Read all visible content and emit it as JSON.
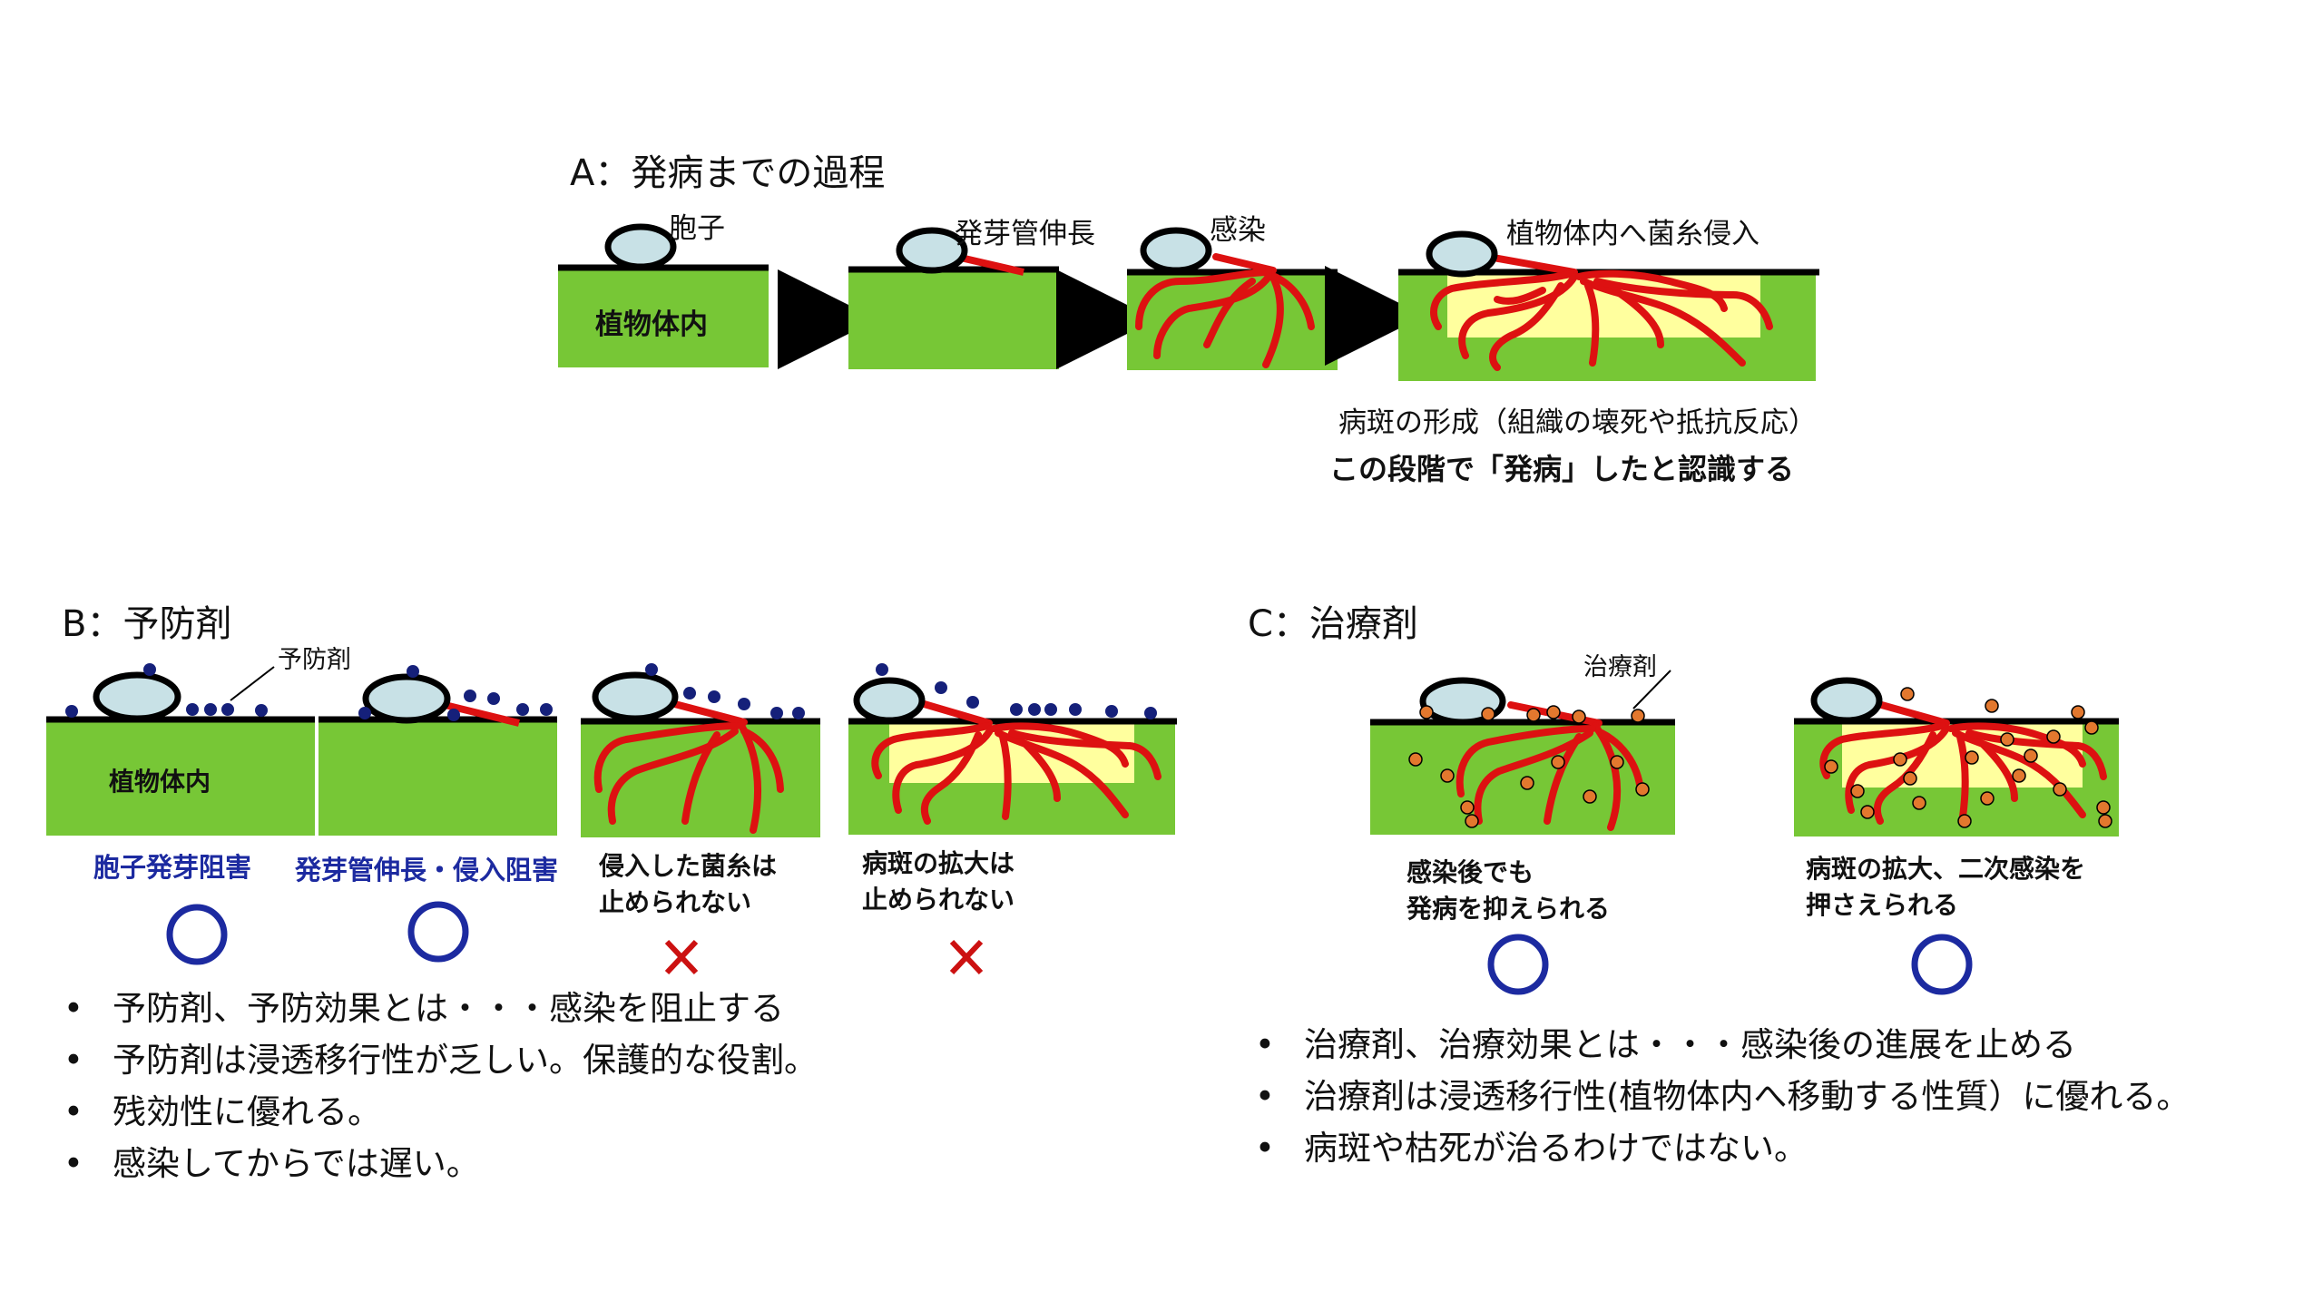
{
  "sectionA": {
    "heading": "A：発病までの過程",
    "labels": {
      "spore": "胞子",
      "germ_tube": "発芽管伸長",
      "infection": "感染",
      "hyphae_invasion": "植物体内へ菌糸侵入",
      "plant_inside": "植物体内"
    },
    "lesion_note": "病斑の形成（組織の壊死や抵抗反応）",
    "recognition_note": "この段階で「発病」したと認識する"
  },
  "sectionB": {
    "heading": "B：予防剤",
    "agent_label": "予防剤",
    "plant_inside": "植物体内",
    "stages": [
      {
        "caption": "胞子発芽阻害",
        "result": "○",
        "result_color": "#1c2aa0"
      },
      {
        "caption": "発芽管伸長・侵入阻害",
        "result": "○",
        "result_color": "#1c2aa0"
      },
      {
        "caption": "侵入した菌糸は\n止められない",
        "result": "×",
        "result_color": "#cc1111"
      },
      {
        "caption": "病斑の拡大は\n止められない",
        "result": "×",
        "result_color": "#cc1111"
      }
    ],
    "bullets": [
      "予防剤、予防効果とは・・・感染を阻止する",
      "予防剤は浸透移行性が乏しい。保護的な役割。",
      "残効性に優れる。",
      "感染してからでは遅い。"
    ]
  },
  "sectionC": {
    "heading": "C：治療剤",
    "agent_label": "治療剤",
    "stages": [
      {
        "caption": "感染後でも\n発病を抑えられる",
        "result": "○",
        "result_color": "#1c2aa0"
      },
      {
        "caption": "病斑の拡大、二次感染を\n押さえられる",
        "result": "○",
        "result_color": "#1c2aa0"
      }
    ],
    "bullets": [
      "治療剤、治療効果とは・・・感染後の進展を止める",
      "治療剤は浸透移行性(植物体内へ移動する性質）に優れる。",
      "病斑や枯死が治るわけではない。"
    ]
  },
  "colors": {
    "plant_green": "#77c736",
    "hyphae_red": "#dd1111",
    "lesion_yellow": "#ffff9e",
    "spore_fill": "#c8e1e6",
    "preventive_blue": "#15207a",
    "curative_orange": "#e3782e",
    "circle_blue": "#1c2aa0",
    "cross_red": "#cc1111"
  }
}
